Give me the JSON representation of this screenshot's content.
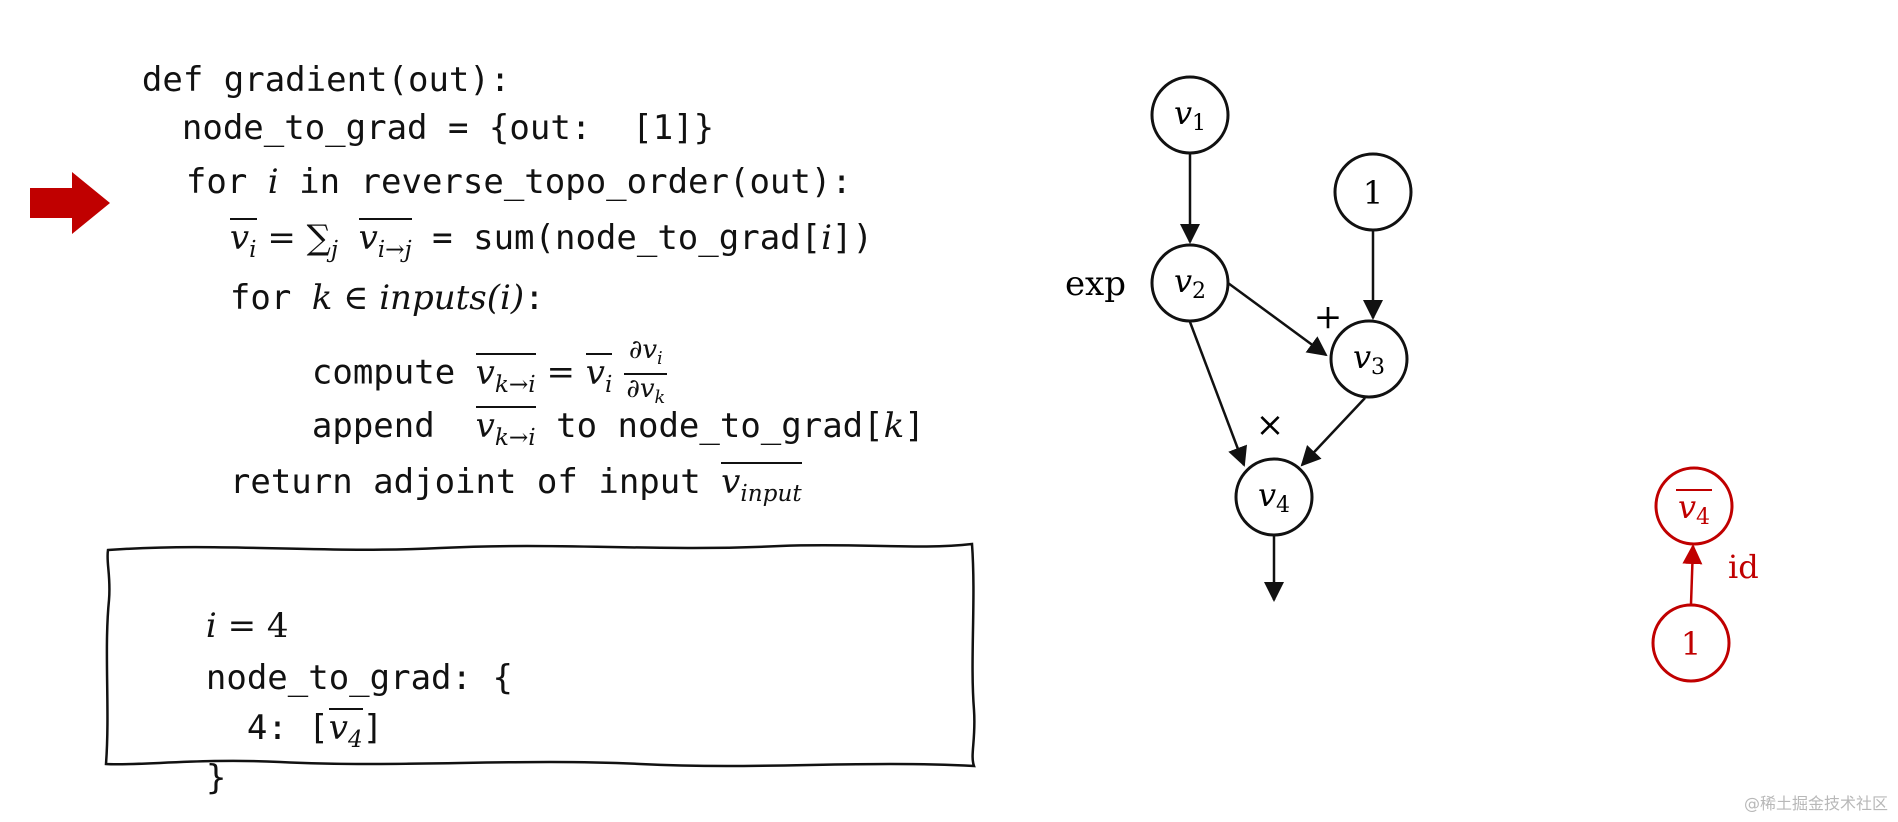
{
  "code": {
    "line1": "def gradient(out):",
    "line2_prefix": "node_to_grad = {out:  [1]}",
    "line3_for": "for ",
    "line3_var": "i",
    "line3_rest": " in reverse_topo_order(out):",
    "line4_lhs_v": "v",
    "line4_lhs_sub": "i",
    "line4_eq": " = ",
    "line4_sum": "∑",
    "line4_sum_sub": "j",
    "line4_rhs_v": "v",
    "line4_rhs_sub": "i→j",
    "line4_tail": " = sum(node_to_grad[",
    "line4_tail_var": "i",
    "line4_tail_end": "])",
    "line5_for": "for ",
    "line5_var": "k",
    "line5_in": " ∈ ",
    "line5_inputs": "inputs",
    "line5_args": "(i)",
    "line5_colon": ":",
    "line6_compute": "compute ",
    "line6_v": "v",
    "line6_sub": "k→i",
    "line6_eq": " = ",
    "line6_vi": "v",
    "line6_vi_sub": "i",
    "line6_frac_num": "∂v",
    "line6_frac_num_sub": "i",
    "line6_frac_den": "∂v",
    "line6_frac_den_sub": "k",
    "line7_append": "append  ",
    "line7_v": "v",
    "line7_sub": "k→i",
    "line7_rest": " to node_to_grad[",
    "line7_var": "k",
    "line7_end": "]",
    "line8_prefix": "return adjoint of input ",
    "line8_v": "v",
    "line8_sub": "input"
  },
  "state": {
    "line1_var": "i",
    "line1_rest": " = 4",
    "line2": "node_to_grad: {",
    "line3_key": "  4: [",
    "line3_v": "v",
    "line3_sub": "4",
    "line3_end": "]",
    "line4": "}"
  },
  "graph": {
    "nodes": [
      {
        "id": "v1",
        "letter": "v",
        "sub": "1"
      },
      {
        "id": "v2",
        "letter": "v",
        "sub": "2"
      },
      {
        "id": "const1",
        "label": "1"
      },
      {
        "id": "v3",
        "letter": "v",
        "sub": "3"
      },
      {
        "id": "v4",
        "letter": "v",
        "sub": "4"
      }
    ],
    "ops": {
      "exp": "exp",
      "plus": "+",
      "times": "×"
    }
  },
  "adjoint_graph": {
    "top_node_letter": "v",
    "top_node_sub": "4",
    "bottom_node_label": "1",
    "edge_label": "id",
    "color": "#c00000"
  },
  "colors": {
    "arrow": "#c00000",
    "ink": "#111111",
    "adjoint": "#c00000"
  },
  "watermark": "@稀土掘金技术社区"
}
